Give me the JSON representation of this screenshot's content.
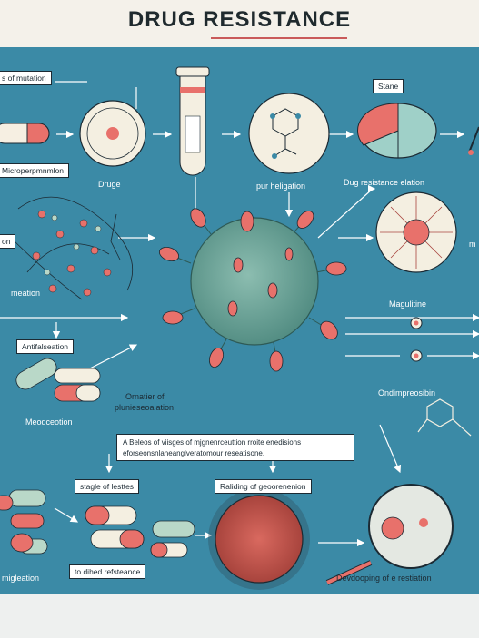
{
  "title": "DRUG RESISTANCE",
  "labels": {
    "top_left_box": "s of mutation",
    "micro_box": "Microperpmnmlon",
    "drugs": "Druge",
    "pur_heligation": "pur heligation",
    "state_box": "Stane",
    "drug_resistance_elation": "Dug resistance elation",
    "on_box": "on",
    "meation": "meation",
    "magulitine": "Magulitine",
    "antifalseation_box": "Antifalseation",
    "ornatier": "Ornatier of",
    "plunieseoalation": "plunieseoalation",
    "meodceotion": "Meodceotion",
    "ondimpreosibin": "Ondimpreosibin",
    "note_line1": "A  Beleos of viisges of mjgnenrceuttion rroite enedisions",
    "note_line2": "eforseonsnlaneanglveratomour reseatisone.",
    "stagle_box": "stagle of lesttes",
    "raliding_box": "Raliding of geoorenenion",
    "migleation": "migleation",
    "to_dihed_box": "to dihed refsteance",
    "devdooping": "Devdooping of e restiation",
    "right_m": "m"
  },
  "colors": {
    "panel": "#3b8aa6",
    "accent_red": "#e8716b",
    "pale_green": "#b9d8c8",
    "virus_body": "#6fa39a",
    "page_bg": "#f4f1ea"
  }
}
